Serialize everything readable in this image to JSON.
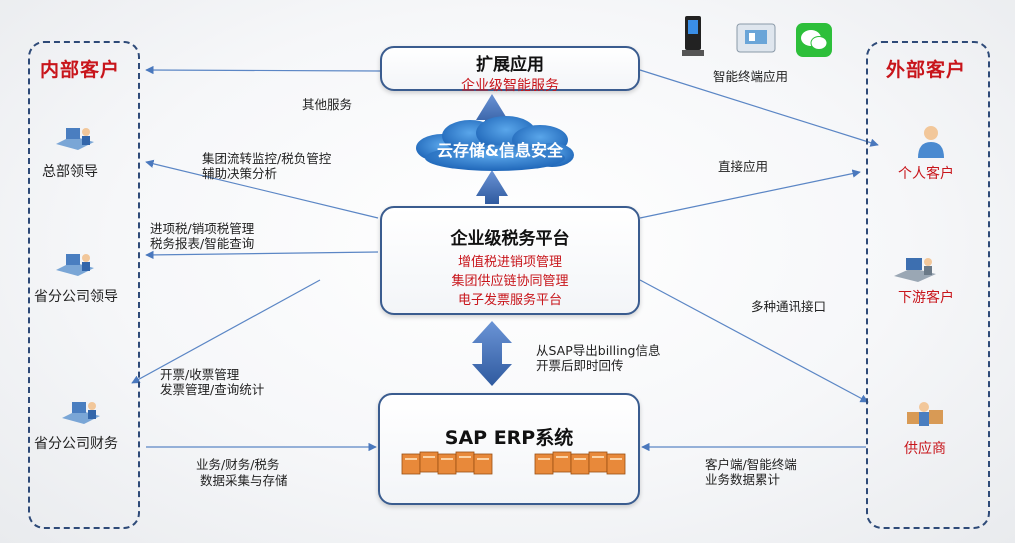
{
  "groups": {
    "internal": "内部客户",
    "external": "外部客户"
  },
  "nodes": {
    "extension": {
      "title": "扩展应用",
      "subtitle": "企业级智能服务"
    },
    "cloud": {
      "label": "云存储&信息安全"
    },
    "platform": {
      "title": "企业级税务平台",
      "lines": [
        "增值税进销项管理",
        "集团供应链协同管理",
        "电子发票服务平台"
      ]
    },
    "erp": {
      "title": "SAP ERP系统"
    }
  },
  "internal_actors": [
    "总部领导",
    "省分公司领导",
    "省分公司财务"
  ],
  "external_actors": [
    "个人客户",
    "下游客户",
    "供应商"
  ],
  "edge_labels": {
    "other_services": "其他服务",
    "hq_1": "集团流转监控/税负管控",
    "hq_2": "辅助决策分析",
    "prov_1": "进项税/销项税管理",
    "prov_2": "税务报表/智能查询",
    "fin_1": "开票/收票管理",
    "fin_2": "发票管理/查询统计",
    "biz_1": "业务/财务/税务",
    "biz_2": "数据采集与存储",
    "sap_1": "从SAP导出billing信息",
    "sap_2": "开票后即时回传",
    "smart_terminal": "智能终端应用",
    "direct_app": "直接应用",
    "multi_interface": "多种通讯接口",
    "client_1": "客户端/智能终端",
    "client_2": "业务数据累计"
  },
  "icons": [
    "kiosk-icon",
    "card-reader-icon",
    "wechat-icon",
    "person-icon",
    "workstation-icon",
    "supplier-icon",
    "server-rack-icon"
  ],
  "colors": {
    "accent_red": "#c8151b",
    "node_border": "#3a5c8f",
    "arrow_blue": "#3e6fb5",
    "line_blue": "#5b86c5"
  }
}
